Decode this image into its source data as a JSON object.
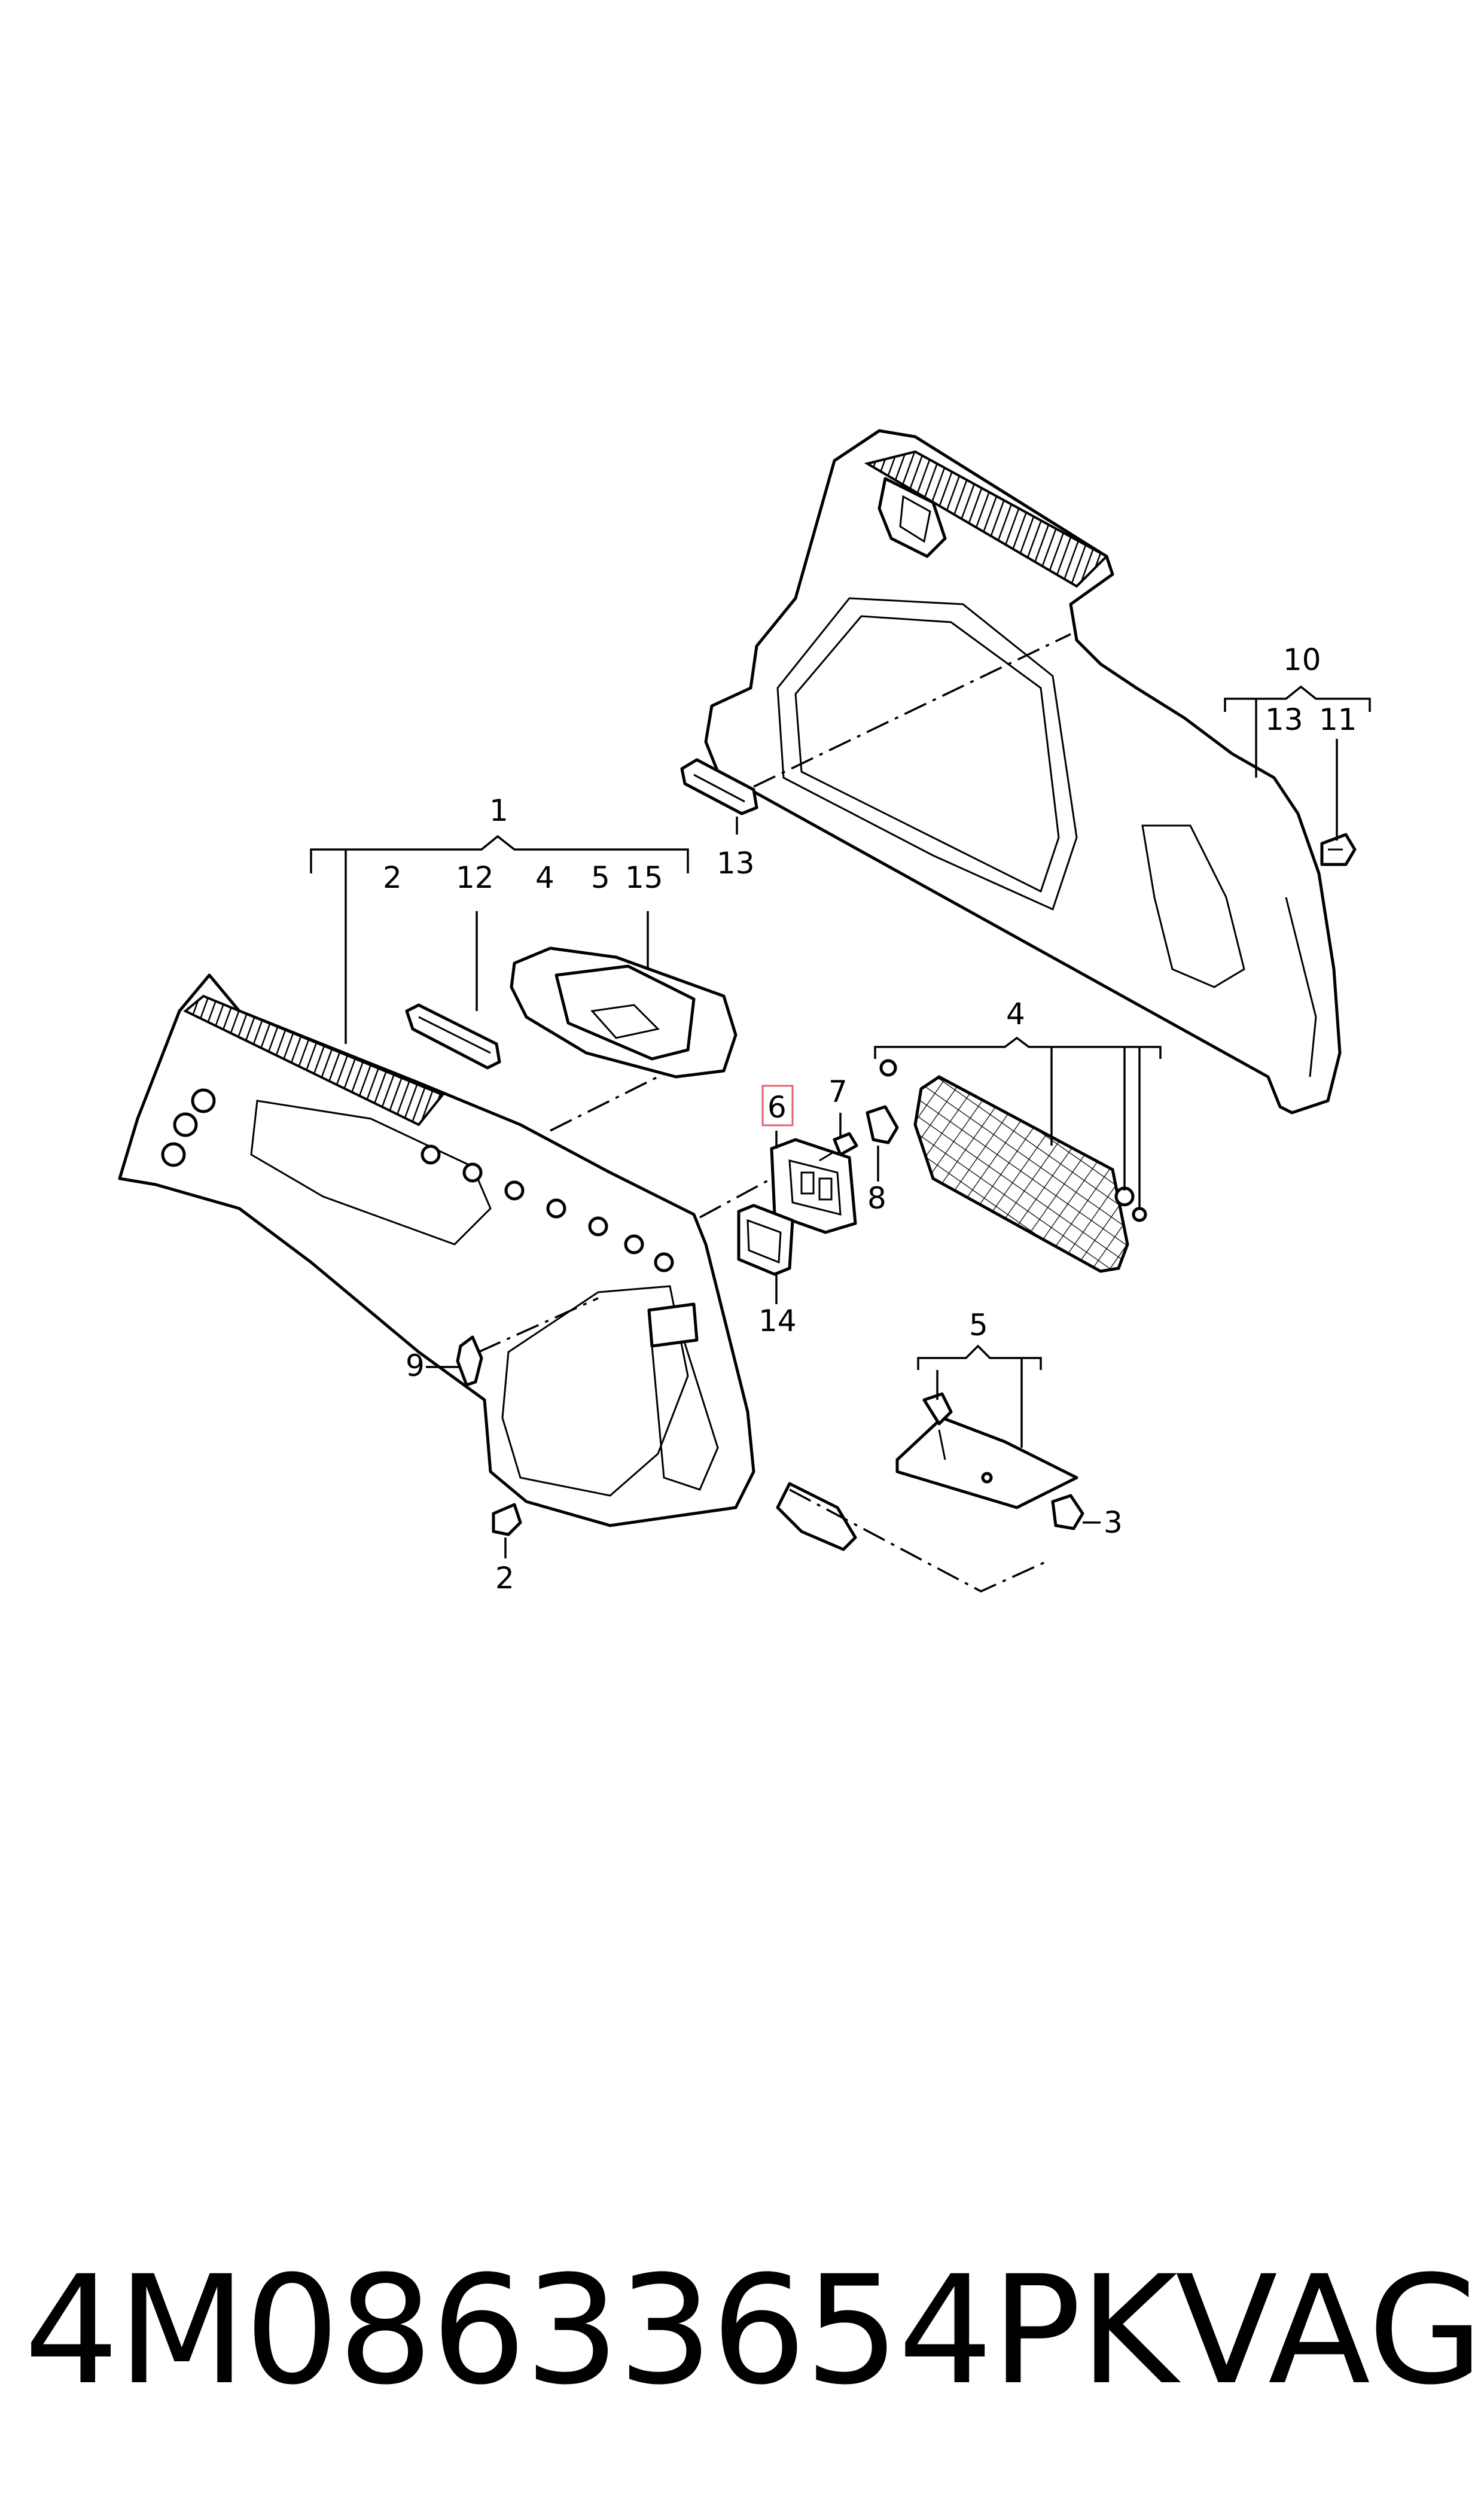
{
  "callouts": {
    "c1": "1",
    "c2": "2",
    "c2b": "2",
    "c3": "3",
    "c4": "4",
    "c4b": "4",
    "c5": "5",
    "c5b": "5",
    "c6": "6",
    "c7": "7",
    "c8": "8",
    "c9": "9",
    "c10": "10",
    "c11": "11",
    "c12": "12",
    "c13a": "13",
    "c13b": "13",
    "c14": "14",
    "c15": "15"
  },
  "highlight_color": "#e06070",
  "footer": {
    "part_number": "4M08633654PK",
    "brand": "VAG"
  }
}
